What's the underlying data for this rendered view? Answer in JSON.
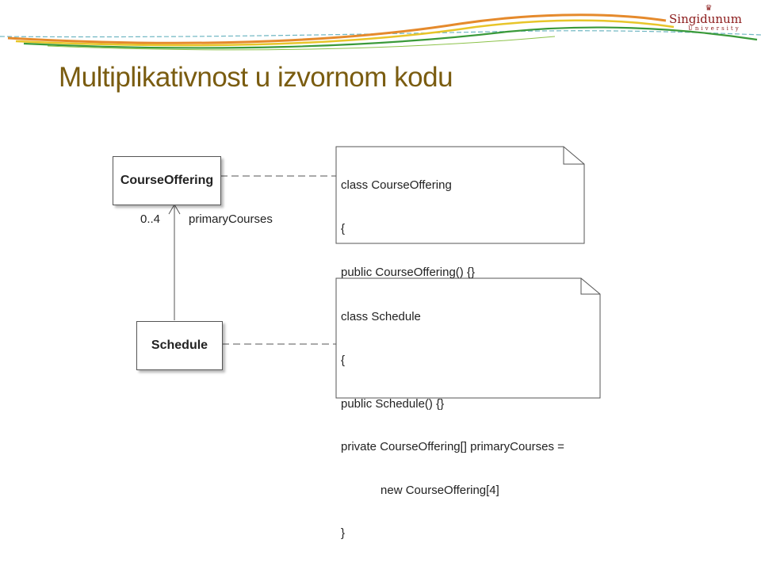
{
  "slide": {
    "title": "Multiplikativnost u izvornom kodu",
    "logo": {
      "name": "Singidunum",
      "subtitle": "University",
      "emblem_icon": "crest-icon"
    }
  },
  "diagram": {
    "classes": [
      {
        "id": "course-offering",
        "label": "CourseOffering"
      },
      {
        "id": "schedule",
        "label": "Schedule"
      }
    ],
    "association": {
      "multiplicity": "0..4",
      "role": "primaryCourses"
    },
    "notes": [
      {
        "id": "course-offering-code",
        "lines": [
          "class CourseOffering",
          "{",
          "public CourseOffering() {}",
          "}"
        ]
      },
      {
        "id": "schedule-code",
        "lines": [
          "class Schedule",
          "{",
          "public Schedule() {}",
          "private CourseOffering[] primaryCourses =",
          "            new CourseOffering[4]",
          "}"
        ]
      }
    ]
  },
  "colors": {
    "title": "#7a5c10",
    "logo": "#8b1a1a",
    "swoosh_orange": "#e58a2c",
    "swoosh_yellow": "#e8c52a",
    "swoosh_green": "#3a9a3a",
    "swoosh_teal": "#6fb6c2"
  }
}
